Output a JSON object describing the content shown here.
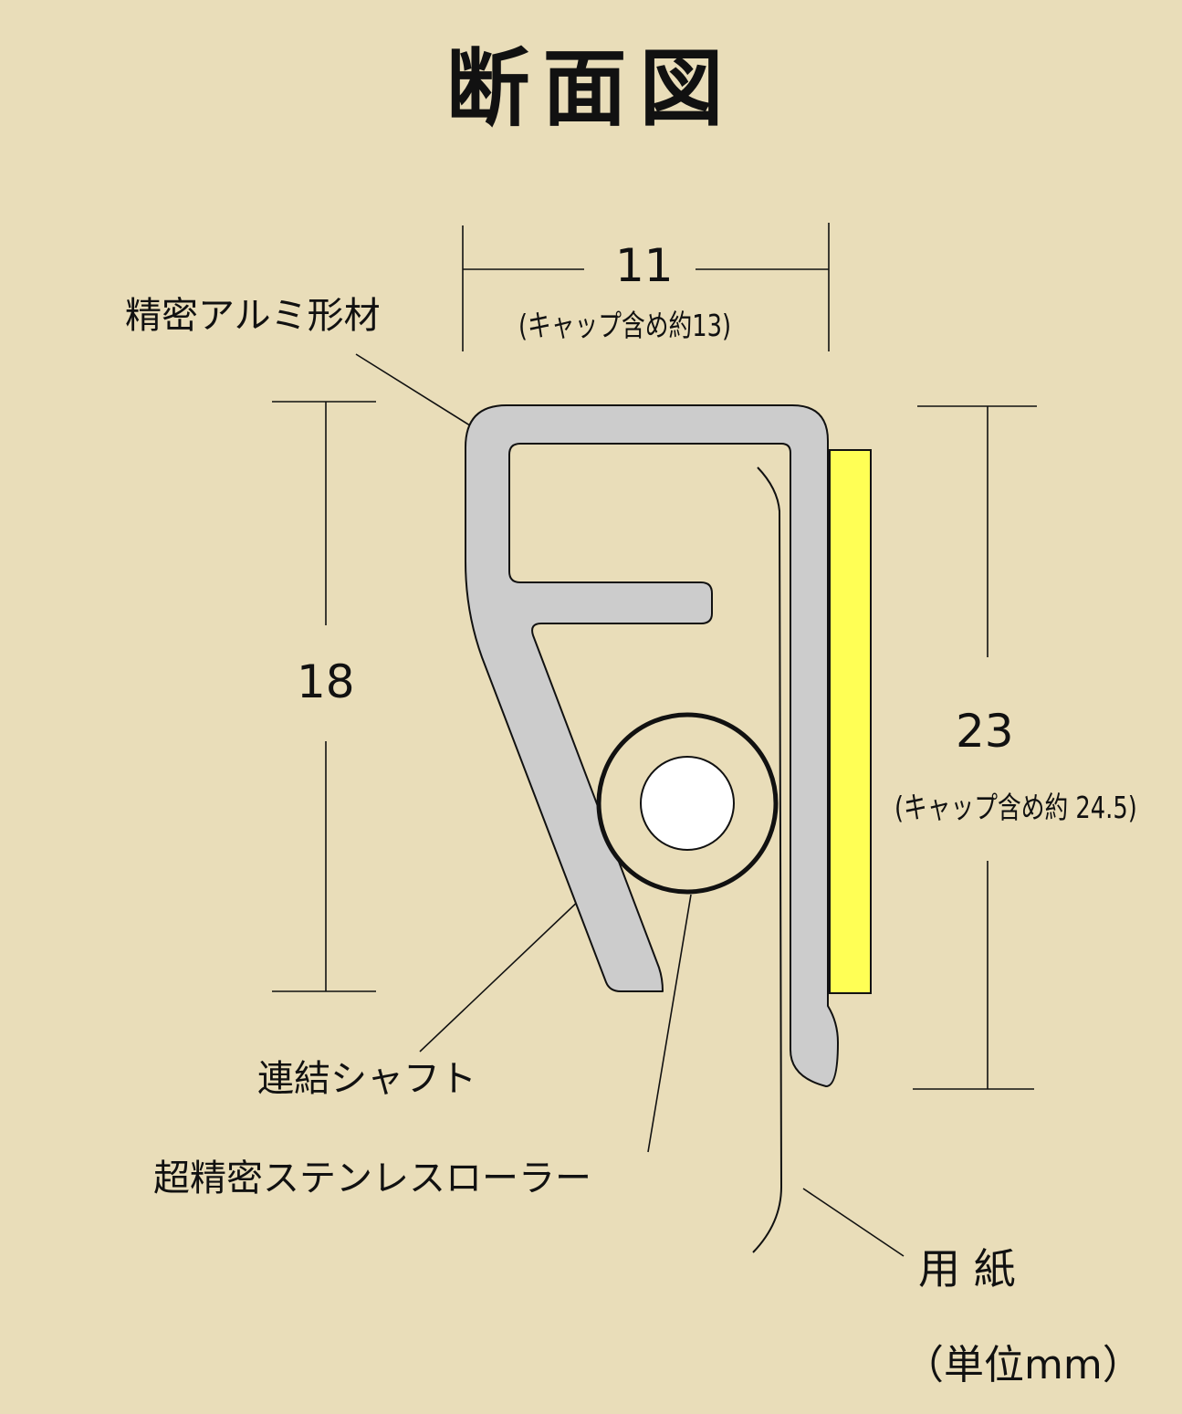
{
  "title": "断面図",
  "labels": {
    "aluminum_profile": "精密アルミ形材",
    "shaft": "連結シャフト",
    "roller": "超精密ステンレスローラー",
    "paper": "用 紙"
  },
  "dimensions": {
    "width": {
      "value": "11",
      "note": "(キャップ含め約13)"
    },
    "height": {
      "value": "18"
    },
    "overall_height": {
      "value": "23",
      "note": "(キャップ含め約 24.5)"
    }
  },
  "unit": "（単位mm）",
  "colors": {
    "background": "#e9ddb9",
    "profile_fill": "#cccccc",
    "cap_fill": "#ffff55",
    "shaft_fill": "#ffffff",
    "roller_fill": "#e9ddb9",
    "line": "#111111"
  }
}
